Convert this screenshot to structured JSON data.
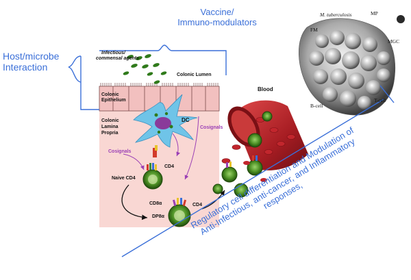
{
  "labels": {
    "vaccine_line1": "Vaccine/",
    "vaccine_line2": "Immuno-modulators",
    "host_line1": "Host/microbe",
    "host_line2": "Interaction",
    "infectious_line1": "Infectious/",
    "infectious_line2": "commensal agents",
    "colonic_lumen": "Colonic Lumen",
    "colonic_epithelium_line1": "Colonic",
    "colonic_epithelium_line2": "Epithelium",
    "lamina_line1": "Colonic",
    "lamina_line2": "Lamina",
    "lamina_line3": "Propria",
    "dc": "DC",
    "cosignals_left": "Cosignals",
    "cosignals_right": "Cosignals",
    "cd4_upper": "CD4",
    "naive_cd4": "Naive CD4",
    "cd8a": "CD8α",
    "cd4_lower": "CD4",
    "dp8a": "DP8α",
    "blood": "Blood",
    "m_tuberculosis": "M. tuberculosis",
    "mp": "MP",
    "fm": "FM",
    "mgc": "MGC",
    "b_cell": "B-cell",
    "t_cell": "T-cell",
    "reg_line1": "Regulatory cell differentiation and Modulation of",
    "reg_line2": "Anti-Infectious, anti-cancer, and Inflammatory",
    "reg_line3": "responses,"
  },
  "colors": {
    "accent_blue": "#3a6fd8",
    "lamina_pink": "#f9d7d3",
    "epithelium_pink": "#f2c0bf",
    "cell_green": "#3f7d1e",
    "dc_blue": "#6fc4e8",
    "vessel_red": "#b8242a",
    "arrow_purple": "#9b3fb5"
  }
}
